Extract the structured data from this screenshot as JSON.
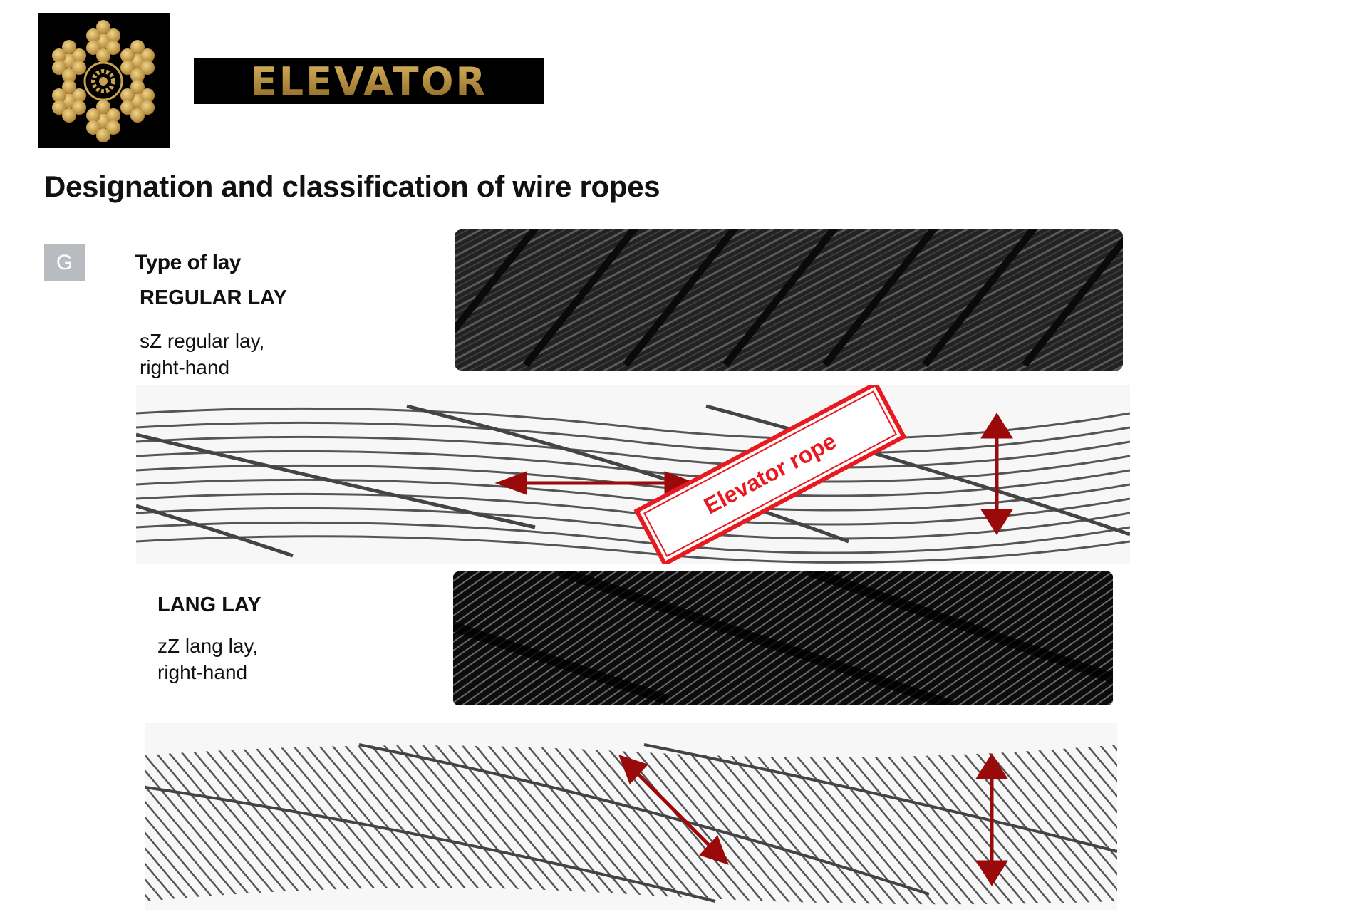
{
  "header": {
    "logo_icon": "wire-rope-cross-section-logo",
    "brand_text": "ELEVATOR",
    "brand_color": "#b8913d"
  },
  "page": {
    "title": "Designation and classification of wire ropes",
    "section_badge": "G",
    "section_title": "Type of lay"
  },
  "regular_lay": {
    "heading": "REGULAR LAY",
    "desc_line1": "sZ regular lay,",
    "desc_line2": "right-hand",
    "callout_label": "Elevator rope",
    "callout_color": "#e8191f",
    "arrow_color": "#9b0a0a"
  },
  "lang_lay": {
    "heading": "LANG LAY",
    "desc_line1": "zZ lang lay,",
    "desc_line2": "right-hand",
    "arrow_color": "#9b0a0a"
  }
}
